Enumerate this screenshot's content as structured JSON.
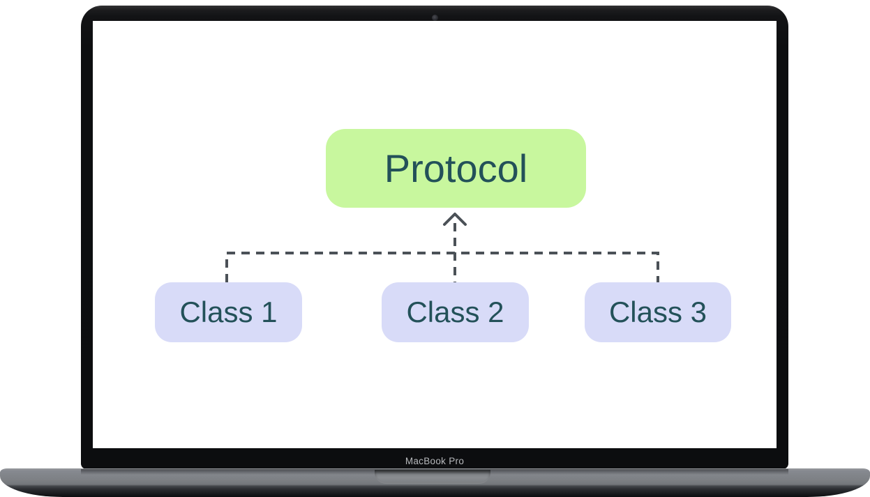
{
  "device": {
    "label": "MacBook Pro"
  },
  "diagram": {
    "protocol": {
      "label": "Protocol",
      "bg_color": "#c8f79e",
      "text_color": "#235159"
    },
    "classes": [
      {
        "label": "Class 1"
      },
      {
        "label": "Class 2"
      },
      {
        "label": "Class 3"
      }
    ],
    "class_bg_color": "#d8dbf8",
    "class_text_color": "#235159",
    "connector": {
      "color": "#4b5157",
      "style": "dashed",
      "arrow": "chevron-up"
    }
  }
}
